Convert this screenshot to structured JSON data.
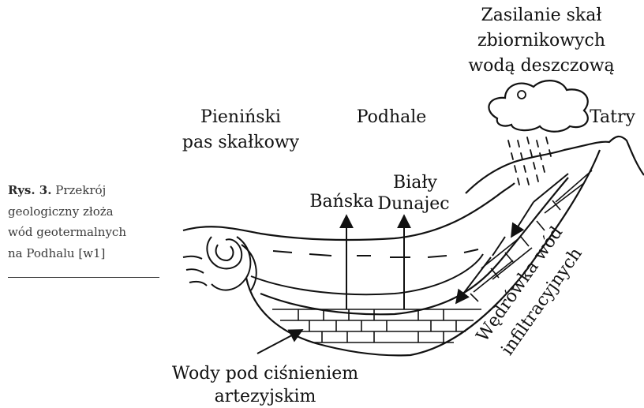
{
  "caption": {
    "fig_label": "Rys. 3.",
    "line1_rest": " Przekrój",
    "line2": "geologiczny złoża",
    "line3": "wód geotermalnych",
    "line4": "na Podhalu [w1]"
  },
  "labels": {
    "zasilanie_1": "Zasilanie skał",
    "zasilanie_2": "zbiornikowych",
    "zasilanie_3": "wodą deszczową",
    "pieninski_1": "Pieniński",
    "pieninski_2": "pas skałkowy",
    "podhale": "Podhale",
    "tatry": "Tatry",
    "banska": "Bańska",
    "bialy_1": "Biały",
    "bialy_2": "Dunajec",
    "wedrowka_1": "Wędrówka wód",
    "wedrowka_2": "infiltracyjnych",
    "wody_1": "Wody pod ciśnieniem",
    "wody_2": "artezyjskim"
  }
}
